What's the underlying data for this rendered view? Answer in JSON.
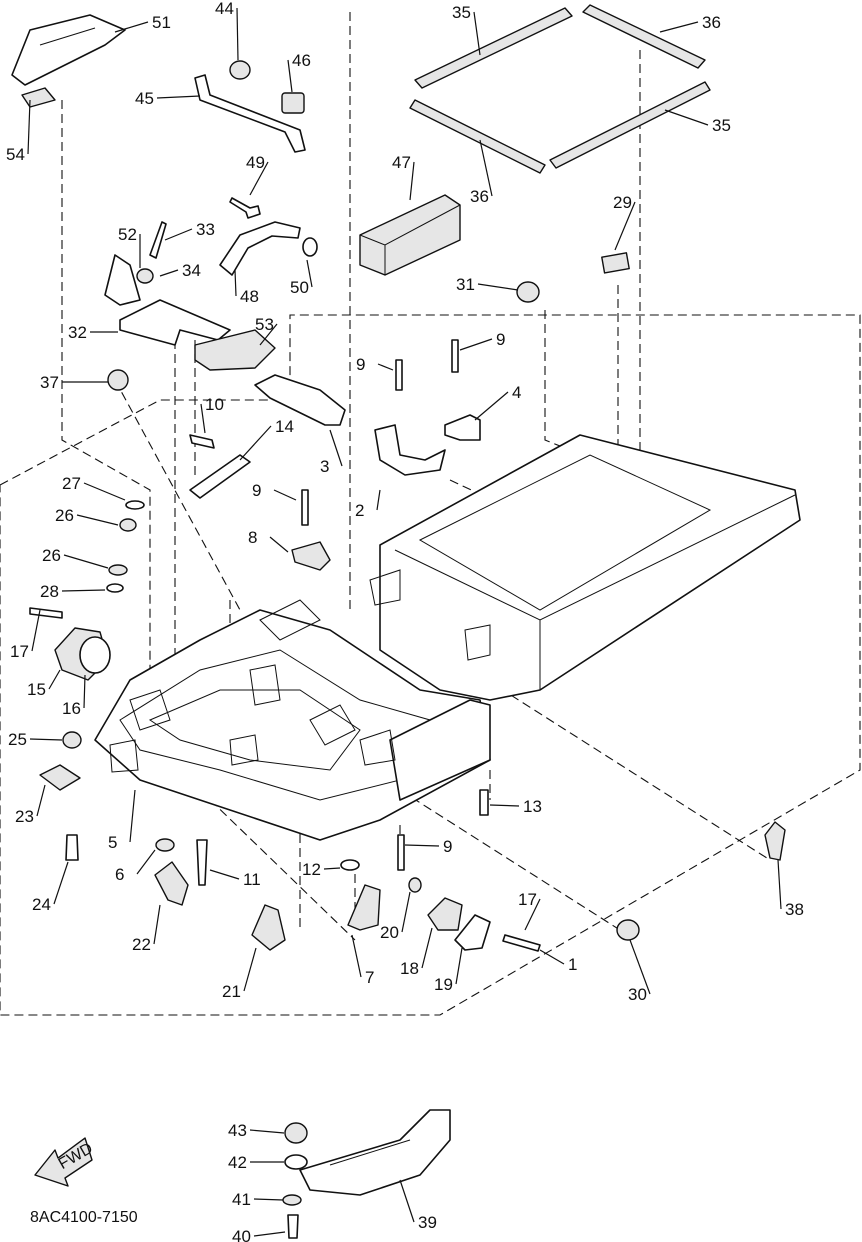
{
  "diagram_code": "8AC4100-7150",
  "fwd_label": "FWD",
  "callouts": [
    "51",
    "54",
    "44",
    "45",
    "46",
    "35",
    "36",
    "36",
    "35",
    "49",
    "47",
    "33",
    "52",
    "34",
    "48",
    "50",
    "32",
    "53",
    "29",
    "31",
    "9",
    "9",
    "37",
    "10",
    "14",
    "4",
    "3",
    "2",
    "27",
    "26",
    "26",
    "28",
    "9",
    "8",
    "17",
    "15",
    "16",
    "25",
    "23",
    "5",
    "24",
    "6",
    "11",
    "22",
    "21",
    "12",
    "9",
    "7",
    "20",
    "18",
    "19",
    "17",
    "13",
    "1",
    "38",
    "30",
    "43",
    "42",
    "41",
    "40",
    "39"
  ]
}
